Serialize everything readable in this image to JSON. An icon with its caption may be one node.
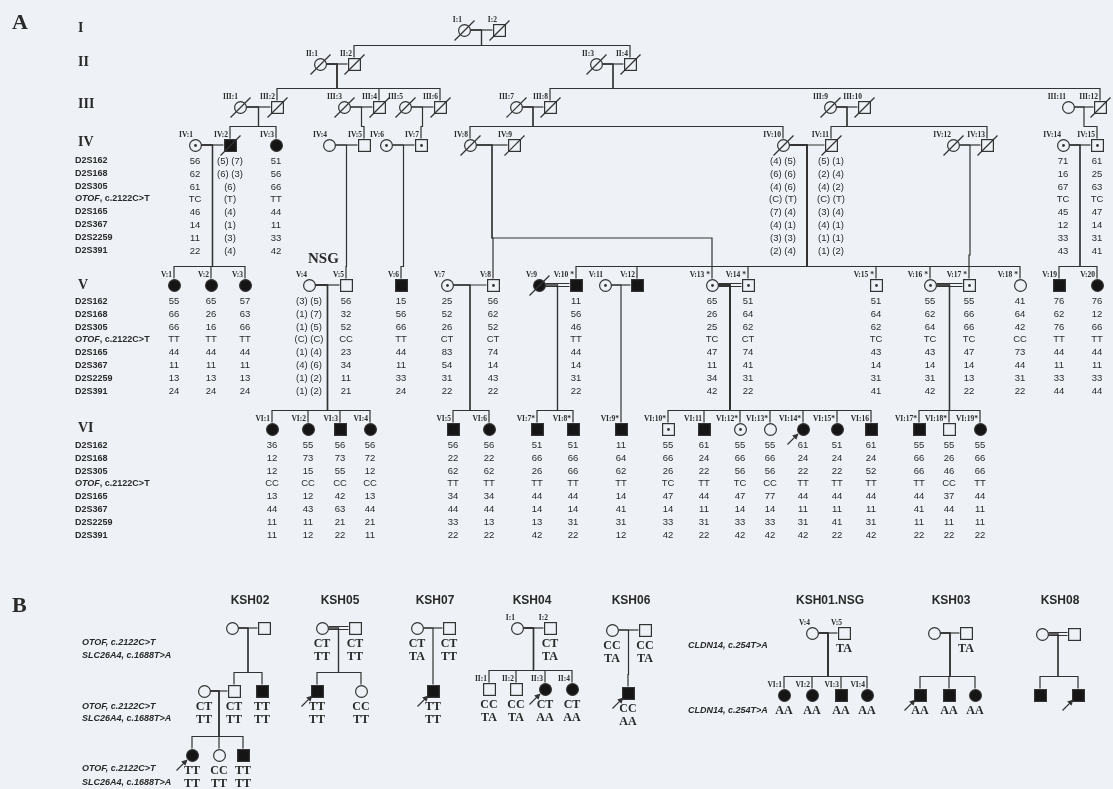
{
  "diagram": {
    "nodes": [
      {
        "text": [],
        "shape": "circle",
        "beside": [
          "I:1"
        ]
      },
      {
        "text": [],
        "shape": "box",
        "beside": [
          "I:2"
        ]
      },
      {
        "text": [],
        "shape": "circle",
        "beside": [
          "II:1"
        ]
      },
      {
        "text": [],
        "shape": "box",
        "beside": [
          "II:2"
        ]
      },
      {
        "text": [],
        "shape": "circle",
        "beside": [
          "II:3"
        ]
      },
      {
        "text": [],
        "shape": "box",
        "beside": [
          "II:4"
        ]
      },
      {
        "text": [],
        "shape": "circle",
        "beside": [
          "III:1"
        ]
      },
      {
        "text": [],
        "shape": "box",
        "beside": [
          "III:2"
        ]
      },
      {
        "text": [],
        "shape": "circle",
        "beside": [
          "III:3"
        ]
      },
      {
        "text": [],
        "shape": "box",
        "beside": [
          "III:4"
        ]
      },
      {
        "text": [],
        "shape": "circle",
        "beside": [
          "III:5"
        ]
      },
      {
        "text": [],
        "shape": "box",
        "beside": [
          "III:6"
        ]
      },
      {
        "text": [],
        "shape": "circle",
        "beside": [
          "III:7"
        ]
      },
      {
        "text": [],
        "shape": "box",
        "beside": [
          "III:8"
        ]
      },
      {
        "text": [],
        "shape": "circle",
        "beside": [
          "III:9"
        ]
      },
      {
        "text": [],
        "shape": "box",
        "beside": [
          "III:10"
        ]
      },
      {
        "text": [],
        "shape": "circle",
        "beside": [
          "III:11"
        ]
      },
      {
        "text": [],
        "shape": "box",
        "beside": [
          "III:12"
        ]
      },
      {
        "text": [],
        "shape": "circle",
        "beside": [
          "IV:1",
          "56",
          "62",
          "61",
          "TC",
          "46",
          "14",
          "11",
          "22"
        ]
      },
      {
        "text": [],
        "shape": "box",
        "beside": [
          "IV:2",
          "(5) (7)",
          "(6) (3)",
          "(6)",
          "(T)",
          "(4)",
          "(1)",
          "(3)",
          "(4)"
        ]
      },
      {
        "text": [],
        "shape": "circle",
        "beside": [
          "IV:3",
          "51",
          "56",
          "66",
          "TT",
          "44",
          "11",
          "33",
          "42"
        ]
      },
      {
        "text": [],
        "shape": "circle",
        "beside": [
          "IV:4"
        ]
      },
      {
        "text": [],
        "shape": "box",
        "beside": [
          "IV:5"
        ]
      },
      {
        "text": [],
        "shape": "circle",
        "beside": [
          "IV:6"
        ]
      },
      {
        "text": [],
        "shape": "box",
        "beside": [
          "IV:7"
        ]
      },
      {
        "text": [],
        "shape": "circle",
        "beside": [
          "IV:8"
        ]
      },
      {
        "text": [],
        "shape": "box",
        "beside": [
          "IV:9"
        ]
      },
      {
        "text": [],
        "shape": "circle",
        "beside": [
          "IV:10",
          "(4) (5)",
          "(6) (6)",
          "(4) (6)",
          "(C) (T)",
          "(7) (4)",
          "(4) (1)",
          "(3) (3)",
          "(2) (4)"
        ]
      },
      {
        "text": [],
        "shape": "box",
        "beside": [
          "IV:11",
          "(5) (1)",
          "(2) (4)",
          "(4) (2)",
          "(C) (T)",
          "(3) (4)",
          "(4) (1)",
          "(1) (1)",
          "(1) (2)"
        ]
      },
      {
        "text": [],
        "shape": "circle",
        "beside": [
          "IV:12"
        ]
      },
      {
        "text": [],
        "shape": "box",
        "beside": [
          "IV:13"
        ]
      },
      {
        "text": [],
        "shape": "circle",
        "beside": [
          "IV:14",
          "71",
          "16",
          "67",
          "TC",
          "45",
          "12",
          "33",
          "43"
        ]
      },
      {
        "text": [],
        "shape": "box",
        "beside": [
          "IV:15",
          "61",
          "25",
          "63",
          "TC",
          "47",
          "14",
          "31",
          "41"
        ]
      },
      {
        "text": [],
        "shape": "circle",
        "beside": [
          "V:1",
          "55",
          "66",
          "66",
          "TT",
          "44",
          "11",
          "13",
          "24"
        ]
      },
      {
        "text": [],
        "shape": "circle",
        "beside": [
          "V:2",
          "65",
          "26",
          "16",
          "TT",
          "44",
          "11",
          "13",
          "24"
        ]
      },
      {
        "text": [],
        "shape": "circle",
        "beside": [
          "V:3",
          "57",
          "63",
          "66",
          "TT",
          "44",
          "11",
          "13",
          "24"
        ]
      },
      {
        "text": [],
        "shape": "circle",
        "beside": [
          "V:4",
          "(3) (5)",
          "(1) (7)",
          "(1) (5)",
          "(C) (C)",
          "(1) (4)",
          "(4) (6)",
          "(1) (2)",
          "(1) (2)"
        ]
      },
      {
        "text": [],
        "shape": "box",
        "beside": [
          "V:5",
          "56",
          "32",
          "52",
          "CC",
          "23",
          "34",
          "11",
          "21"
        ]
      },
      {
        "text": [],
        "shape": "box",
        "beside": [
          "V:6",
          "15",
          "56",
          "66",
          "TT",
          "44",
          "11",
          "33",
          "24"
        ]
      },
      {
        "text": [],
        "shape": "circle",
        "beside": [
          "V:7",
          "25",
          "52",
          "26",
          "CT",
          "83",
          "54",
          "31",
          "22"
        ]
      },
      {
        "text": [],
        "shape": "box",
        "beside": [
          "V:8",
          "56",
          "62",
          "52",
          "CT",
          "74",
          "14",
          "43",
          "22"
        ]
      },
      {
        "text": [],
        "shape": "circle",
        "beside": [
          "V:9"
        ]
      },
      {
        "text": [],
        "shape": "box",
        "beside": [
          "V:10 *",
          "11",
          "56",
          "46",
          "TT",
          "44",
          "14",
          "31",
          "22"
        ]
      },
      {
        "text": [],
        "shape": "circle",
        "beside": [
          "V:11"
        ]
      },
      {
        "text": [],
        "shape": "box",
        "beside": [
          "V:12"
        ]
      },
      {
        "text": [],
        "shape": "circle",
        "beside": [
          "V:13 *",
          "65",
          "26",
          "25",
          "TC",
          "47",
          "11",
          "34",
          "42"
        ]
      },
      {
        "text": [],
        "shape": "box",
        "beside": [
          "V:14 *",
          "51",
          "64",
          "62",
          "CT",
          "74",
          "41",
          "31",
          "22"
        ]
      },
      {
        "text": [],
        "shape": "box",
        "beside": [
          "V:15 *",
          "51",
          "64",
          "62",
          "TC",
          "43",
          "14",
          "31",
          "41"
        ]
      },
      {
        "text": [],
        "shape": "circle",
        "beside": [
          "V:16 *",
          "55",
          "62",
          "64",
          "TC",
          "43",
          "14",
          "31",
          "42"
        ]
      },
      {
        "text": [],
        "shape": "box",
        "beside": [
          "V:17 *",
          "55",
          "66",
          "66",
          "TC",
          "47",
          "14",
          "13",
          "22"
        ]
      },
      {
        "text": [],
        "shape": "circle",
        "beside": [
          "V:18 *",
          "41",
          "64",
          "42",
          "CC",
          "73",
          "44",
          "31",
          "22"
        ]
      },
      {
        "text": [],
        "shape": "box",
        "beside": [
          "V:19",
          "76",
          "62",
          "76",
          "TT",
          "44",
          "11",
          "33",
          "44"
        ]
      },
      {
        "text": [],
        "shape": "circle",
        "beside": [
          "V:20",
          "76",
          "12",
          "66",
          "TT",
          "44",
          "11",
          "33",
          "44"
        ]
      },
      {
        "text": [],
        "shape": "circle",
        "beside": [
          "VI:1",
          "36",
          "12",
          "12",
          "CC",
          "13",
          "44",
          "11",
          "11"
        ]
      },
      {
        "text": [],
        "shape": "circle",
        "beside": [
          "VI:2",
          "55",
          "73",
          "15",
          "CC",
          "12",
          "43",
          "11",
          "12"
        ]
      },
      {
        "text": [],
        "shape": "box",
        "beside": [
          "VI:3",
          "56",
          "73",
          "55",
          "CC",
          "42",
          "63",
          "21",
          "22"
        ]
      },
      {
        "text": [],
        "shape": "circle",
        "beside": [
          "VI:4",
          "56",
          "72",
          "12",
          "CC",
          "13",
          "44",
          "21",
          "11"
        ]
      },
      {
        "text": [],
        "shape": "box",
        "beside": [
          "VI:5",
          "56",
          "22",
          "62",
          "TT",
          "34",
          "44",
          "33",
          "22"
        ]
      },
      {
        "text": [],
        "shape": "circle",
        "beside": [
          "VI:6",
          "56",
          "22",
          "62",
          "TT",
          "34",
          "44",
          "13",
          "22"
        ]
      },
      {
        "text": [],
        "shape": "box",
        "beside": [
          "VI:7*",
          "51",
          "66",
          "26",
          "TT",
          "44",
          "14",
          "13",
          "42"
        ]
      },
      {
        "text": [],
        "shape": "box",
        "beside": [
          "VI:8*",
          "51",
          "66",
          "66",
          "TT",
          "44",
          "14",
          "31",
          "22"
        ]
      },
      {
        "text": [],
        "shape": "box",
        "beside": [
          "VI:9*",
          "11",
          "64",
          "62",
          "TT",
          "14",
          "41",
          "31",
          "12"
        ]
      },
      {
        "text": [],
        "shape": "box",
        "beside": [
          "VI:10*",
          "55",
          "66",
          "26",
          "TC",
          "47",
          "14",
          "33",
          "42"
        ]
      },
      {
        "text": [],
        "shape": "box",
        "beside": [
          "VI:11",
          "61",
          "24",
          "22",
          "TT",
          "44",
          "11",
          "31",
          "22"
        ]
      },
      {
        "text": [],
        "shape": "circle",
        "beside": [
          "VI:12*",
          "55",
          "66",
          "56",
          "TC",
          "47",
          "14",
          "33",
          "42"
        ]
      },
      {
        "text": [],
        "shape": "circle",
        "beside": [
          "VI:13*",
          "55",
          "66",
          "56",
          "CC",
          "77",
          "14",
          "33",
          "42"
        ]
      },
      {
        "text": [],
        "shape": "circle",
        "beside": [
          "VI:14*",
          "61",
          "24",
          "22",
          "TT",
          "44",
          "11",
          "31",
          "42"
        ]
      },
      {
        "text": [],
        "shape": "circle",
        "beside": [
          "VI:15*",
          "51",
          "24",
          "22",
          "TT",
          "44",
          "11",
          "41",
          "22"
        ]
      },
      {
        "text": [],
        "shape": "box",
        "beside": [
          "VI:16",
          "61",
          "24",
          "52",
          "TT",
          "44",
          "11",
          "31",
          "42"
        ]
      },
      {
        "text": [],
        "shape": "box",
        "beside": [
          "VI:17*",
          "55",
          "66",
          "66",
          "TT",
          "44",
          "41",
          "11",
          "22"
        ]
      },
      {
        "text": [],
        "shape": "box",
        "beside": [
          "VI:18*",
          "55",
          "26",
          "46",
          "CC",
          "37",
          "44",
          "11",
          "22"
        ]
      },
      {
        "text": [],
        "shape": "circle",
        "beside": [
          "VI:19*",
          "55",
          "66",
          "66",
          "TT",
          "44",
          "11",
          "11",
          "22"
        ]
      },
      {
        "text": [],
        "shape": "circle"
      },
      {
        "text": [],
        "shape": "box"
      },
      {
        "text": [],
        "shape": "circle",
        "beside": [
          "CT",
          "TT"
        ]
      },
      {
        "text": [],
        "shape": "box",
        "beside": [
          "CT",
          "TT"
        ]
      },
      {
        "text": [],
        "shape": "box",
        "beside": [
          "TT",
          "TT"
        ]
      },
      {
        "text": [],
        "shape": "circle",
        "beside": [
          "TT",
          "TT"
        ]
      },
      {
        "text": [],
        "shape": "circle",
        "beside": [
          "CC",
          "TT"
        ]
      },
      {
        "text": [],
        "shape": "box",
        "beside": [
          "TT",
          "TT"
        ]
      },
      {
        "text": [],
        "shape": "circle",
        "beside": [
          "CT",
          "TT"
        ]
      },
      {
        "text": [],
        "shape": "box",
        "beside": [
          "CT",
          "TT"
        ]
      },
      {
        "text": [],
        "shape": "box",
        "beside": [
          "TT",
          "TT"
        ]
      },
      {
        "text": [],
        "shape": "circle",
        "beside": [
          "CC",
          "TT"
        ]
      },
      {
        "text": [],
        "shape": "circle",
        "beside": [
          "CT",
          "TA"
        ]
      },
      {
        "text": [],
        "shape": "box",
        "beside": [
          "CT",
          "TT"
        ]
      },
      {
        "text": [],
        "shape": "box",
        "beside": [
          "TT",
          "TT"
        ]
      },
      {
        "text": [],
        "shape": "circle",
        "beside": [
          "I:1"
        ]
      },
      {
        "text": [],
        "shape": "box",
        "beside": [
          "I:2",
          "CT",
          "TA"
        ]
      },
      {
        "text": [],
        "shape": "box",
        "beside": [
          "II:1",
          "CC",
          "TA"
        ]
      },
      {
        "text": [],
        "shape": "box",
        "beside": [
          "II:2",
          "CC",
          "TA"
        ]
      },
      {
        "text": [],
        "shape": "circle",
        "beside": [
          "II:3",
          "CT",
          "AA"
        ]
      },
      {
        "text": [],
        "shape": "circle",
        "beside": [
          "II:4",
          "CT",
          "AA"
        ]
      },
      {
        "text": [],
        "shape": "circle",
        "beside": [
          "CC",
          "TA"
        ]
      },
      {
        "text": [],
        "shape": "box",
        "beside": [
          "CC",
          "TA"
        ]
      },
      {
        "text": [],
        "shape": "box",
        "beside": [
          "CC",
          "AA"
        ]
      },
      {
        "text": [],
        "shape": "circle",
        "beside": [
          "V:4"
        ]
      },
      {
        "text": [],
        "shape": "box",
        "beside": [
          "V:5",
          "TA"
        ]
      },
      {
        "text": [],
        "shape": "circle",
        "beside": [
          "VI:1",
          "AA"
        ]
      },
      {
        "text": [],
        "shape": "circle",
        "beside": [
          "VI:2",
          "AA"
        ]
      },
      {
        "text": [],
        "shape": "box",
        "beside": [
          "VI:3",
          "AA"
        ]
      },
      {
        "text": [],
        "shape": "circle",
        "beside": [
          "VI:4",
          "AA"
        ]
      },
      {
        "text": [],
        "shape": "circle"
      },
      {
        "text": [],
        "shape": "box",
        "beside": [
          "TA"
        ]
      },
      {
        "text": [],
        "shape": "box",
        "beside": [
          "AA"
        ]
      },
      {
        "text": [],
        "shape": "box",
        "beside": [
          "AA"
        ]
      },
      {
        "text": [],
        "shape": "circle",
        "beside": [
          "AA"
        ]
      },
      {
        "text": [],
        "shape": "circle"
      },
      {
        "text": [],
        "shape": "box"
      },
      {
        "text": [],
        "shape": "box"
      },
      {
        "text": [],
        "shape": "box"
      }
    ],
    "edges": [
      {
        "from": 0,
        "to": 1,
        "arrow": "none"
      },
      {
        "from": 0,
        "to": 3,
        "arrow": "none"
      },
      {
        "from": 0,
        "to": 5,
        "arrow": "none"
      },
      {
        "from": 2,
        "to": 3,
        "arrow": "none"
      },
      {
        "from": 2,
        "to": 7,
        "arrow": "none"
      },
      {
        "from": 2,
        "to": 9,
        "arrow": "none"
      },
      {
        "from": 2,
        "to": 11,
        "arrow": "none"
      },
      {
        "from": 4,
        "to": 5,
        "arrow": "none"
      },
      {
        "from": 4,
        "to": 13,
        "arrow": "none"
      },
      {
        "from": 4,
        "to": 17,
        "arrow": "none"
      },
      {
        "from": 6,
        "to": 7,
        "arrow": "none"
      },
      {
        "from": 6,
        "to": 19,
        "arrow": "none"
      },
      {
        "from": 6,
        "to": 20,
        "arrow": "none"
      },
      {
        "from": 8,
        "to": 9,
        "arrow": "none"
      },
      {
        "from": 8,
        "to": 22,
        "arrow": "none"
      },
      {
        "from": 10,
        "to": 11,
        "arrow": "none"
      },
      {
        "from": 10,
        "to": 24,
        "arrow": "none"
      },
      {
        "from": 12,
        "to": 13,
        "arrow": "none"
      },
      {
        "from": 12,
        "to": 25,
        "arrow": "none"
      },
      {
        "from": 12,
        "to": 27,
        "arrow": "none"
      },
      {
        "from": 14,
        "to": 15,
        "arrow": "none"
      },
      {
        "from": 14,
        "to": 28,
        "arrow": "none"
      },
      {
        "from": 14,
        "to": 30,
        "arrow": "none"
      },
      {
        "from": 16,
        "to": 17,
        "arrow": "none"
      },
      {
        "from": 16,
        "to": 32,
        "arrow": "none"
      },
      {
        "from": 18,
        "to": 19,
        "arrow": "none"
      },
      {
        "from": 18,
        "to": 33,
        "arrow": "none"
      },
      {
        "from": 18,
        "to": 34,
        "arrow": "none"
      },
      {
        "from": 18,
        "to": 35,
        "arrow": "none"
      },
      {
        "from": 21,
        "to": 22,
        "arrow": "none"
      },
      {
        "from": 21,
        "to": 37,
        "arrow": "none"
      },
      {
        "from": 23,
        "to": 24,
        "arrow": "none"
      },
      {
        "from": 23,
        "to": 38,
        "arrow": "none"
      },
      {
        "from": 25,
        "to": 26,
        "arrow": "none"
      },
      {
        "from": 25,
        "to": 40,
        "arrow": "none"
      },
      {
        "from": 25,
        "to": 45,
        "arrow": "none"
      },
      {
        "from": 27,
        "to": 28,
        "arrow": "none"
      },
      {
        "from": 27,
        "to": 42,
        "arrow": "none"
      },
      {
        "from": 27,
        "to": 44,
        "arrow": "none"
      },
      {
        "from": 27,
        "to": 46,
        "arrow": "none"
      },
      {
        "from": 27,
        "to": 47,
        "arrow": "none"
      },
      {
        "from": 27,
        "to": 48,
        "arrow": "none"
      },
      {
        "from": 27,
        "to": 50,
        "arrow": "none"
      },
      {
        "from": 29,
        "to": 30,
        "arrow": "none"
      },
      {
        "from": 29,
        "to": 49,
        "arrow": "none"
      },
      {
        "from": 31,
        "to": 32,
        "arrow": "none"
      },
      {
        "from": 31,
        "to": 51,
        "arrow": "none"
      },
      {
        "from": 31,
        "to": 52,
        "arrow": "none"
      },
      {
        "from": 36,
        "to": 37,
        "arrow": "none"
      },
      {
        "from": 36,
        "to": 53,
        "arrow": "none"
      },
      {
        "from": 36,
        "to": 54,
        "arrow": "none"
      },
      {
        "from": 36,
        "to": 55,
        "arrow": "none"
      },
      {
        "from": 36,
        "to": 56,
        "arrow": "none"
      },
      {
        "from": 39,
        "to": 40,
        "arrow": "none"
      },
      {
        "from": 39,
        "to": 57,
        "arrow": "none"
      },
      {
        "from": 39,
        "to": 58,
        "arrow": "none"
      },
      {
        "from": 41,
        "to": 42,
        "arrow": "none"
      },
      {
        "from": 41,
        "to": 59,
        "arrow": "none"
      },
      {
        "from": 41,
        "to": 60,
        "arrow": "none"
      },
      {
        "from": 43,
        "to": 44,
        "arrow": "none"
      },
      {
        "from": 43,
        "to": 61,
        "arrow": "none"
      },
      {
        "from": 45,
        "to": 46,
        "arrow": "none"
      },
      {
        "from": 45,
        "to": 62,
        "arrow": "none"
      },
      {
        "from": 45,
        "to": 63,
        "arrow": "none"
      },
      {
        "from": 45,
        "to": 64,
        "arrow": "none"
      },
      {
        "from": 45,
        "to": 65,
        "arrow": "none"
      },
      {
        "from": 45,
        "to": 66,
        "arrow": "none"
      },
      {
        "from": 45,
        "to": 67,
        "arrow": "none"
      },
      {
        "from": 45,
        "to": 68,
        "arrow": "none"
      },
      {
        "from": 48,
        "to": 49,
        "arrow": "none"
      },
      {
        "from": 48,
        "to": 69,
        "arrow": "none"
      },
      {
        "from": 48,
        "to": 70,
        "arrow": "none"
      },
      {
        "from": 48,
        "to": 71,
        "arrow": "none"
      },
      {
        "from": null,
        "to": 66,
        "arrow": "to"
      },
      {
        "from": 72,
        "to": 73,
        "arrow": "none"
      },
      {
        "from": 72,
        "to": 75,
        "arrow": "none"
      },
      {
        "from": 72,
        "to": 76,
        "arrow": "none"
      },
      {
        "from": 74,
        "to": 75,
        "arrow": "none"
      },
      {
        "from": 74,
        "to": 77,
        "arrow": "none"
      },
      {
        "from": 74,
        "to": 78,
        "arrow": "none"
      },
      {
        "from": 74,
        "to": 79,
        "arrow": "none"
      },
      {
        "from": null,
        "to": 77,
        "arrow": "to"
      },
      {
        "from": 80,
        "to": 81,
        "arrow": "none"
      },
      {
        "from": 80,
        "to": 82,
        "arrow": "none"
      },
      {
        "from": 80,
        "to": 83,
        "arrow": "none"
      },
      {
        "from": null,
        "to": 82,
        "arrow": "to"
      },
      {
        "from": 84,
        "to": 85,
        "arrow": "none"
      },
      {
        "from": 84,
        "to": 86,
        "arrow": "none"
      },
      {
        "from": null,
        "to": 86,
        "arrow": "to"
      },
      {
        "from": 87,
        "to": 88,
        "arrow": "none"
      },
      {
        "from": 87,
        "to": 89,
        "arrow": "none"
      },
      {
        "from": 87,
        "to": 90,
        "arrow": "none"
      },
      {
        "from": 87,
        "to": 91,
        "arrow": "none"
      },
      {
        "from": 87,
        "to": 92,
        "arrow": "none"
      },
      {
        "from": null,
        "to": 91,
        "arrow": "to"
      },
      {
        "from": 93,
        "to": 94,
        "arrow": "none"
      },
      {
        "from": 93,
        "to": 95,
        "arrow": "none"
      },
      {
        "from": null,
        "to": 95,
        "arrow": "to"
      },
      {
        "from": 96,
        "to": 97,
        "arrow": "none"
      },
      {
        "from": 96,
        "to": 98,
        "arrow": "none"
      },
      {
        "from": 96,
        "to": 99,
        "arrow": "none"
      },
      {
        "from": 96,
        "to": 100,
        "arrow": "none"
      },
      {
        "from": 96,
        "to": 101,
        "arrow": "none"
      },
      {
        "from": 102,
        "to": 103,
        "arrow": "none"
      },
      {
        "from": 102,
        "to": 104,
        "arrow": "none"
      },
      {
        "from": 102,
        "to": 105,
        "arrow": "none"
      },
      {
        "from": 102,
        "to": 106,
        "arrow": "none"
      },
      {
        "from": null,
        "to": 104,
        "arrow": "to"
      },
      {
        "from": 107,
        "to": 108,
        "arrow": "none"
      },
      {
        "from": 107,
        "to": 109,
        "arrow": "none"
      },
      {
        "from": 107,
        "to": 110,
        "arrow": "none"
      },
      {
        "from": null,
        "to": 110,
        "arrow": "to"
      }
    ],
    "labels": [
      "A",
      "I",
      "II",
      "III",
      "IV",
      "D2S162",
      "D2S168",
      "D2S305",
      "*OTOF*, c.2122C>T",
      "D2S165",
      "D2S367",
      "D2S2259",
      "D2S391",
      "NSG",
      "V",
      "D2S162",
      "D2S168",
      "D2S305",
      "*OTOF*, c.2122C>T",
      "D2S165",
      "D2S367",
      "D2S2259",
      "D2S391",
      "VI",
      "D2S162",
      "D2S168",
      "D2S305",
      "*OTOF*, c.2122C>T",
      "D2S165",
      "D2S367",
      "D2S2259",
      "D2S391",
      "B",
      "KSH02",
      "KSH05",
      "KSH07",
      "KSH04",
      "KSH06",
      "KSH01.NSG",
      "KSH03",
      "KSH08",
      "OTOF, c.2122C>T",
      "SLC26A4, c.1688T>A",
      "OTOF, c.2122C>T",
      "SLC26A4, c.1688T>A",
      "OTOF, c.2122C>T",
      "SLC26A4, c.1688T>A",
      "CLDN14, c.254T>A",
      "CLDN14, c.254T>A"
    ]
  }
}
